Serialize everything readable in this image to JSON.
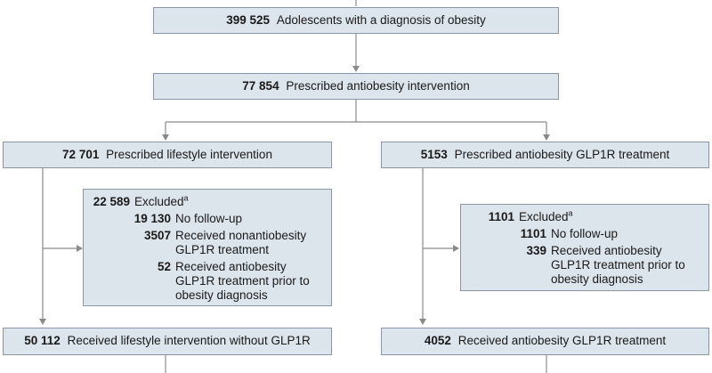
{
  "boxes": {
    "diagnosis": {
      "n": "399 525",
      "label": "Adolescents with a diagnosis of obesity"
    },
    "prescribed": {
      "n": "77 854",
      "label": "Prescribed antiobesity intervention"
    },
    "lifestyle": {
      "n": "72 701",
      "label": "Prescribed lifestyle intervention"
    },
    "glp1": {
      "n": "5153",
      "label": "Prescribed antiobesity GLP1R treatment"
    },
    "lifestyle_final": {
      "n": "50 112",
      "label": "Received lifestyle intervention without GLP1R"
    },
    "glp1_final": {
      "n": "4052",
      "label": "Received antiobesity GLP1R treatment"
    }
  },
  "excluded_left": {
    "n": "22 589",
    "label": "Excluded",
    "sup": "a",
    "items": [
      {
        "n": "19 130",
        "label": "No follow-up"
      },
      {
        "n": "3507",
        "label": "Received nonantiobesity GLP1R treatment"
      },
      {
        "n": "52",
        "label": "Received antiobesity GLP1R treatment prior to obesity diagnosis"
      }
    ]
  },
  "excluded_right": {
    "n": "1101",
    "label": "Excluded",
    "sup": "a",
    "items": [
      {
        "n": "1101",
        "label": "No follow-up"
      },
      {
        "n": "339",
        "label": "Received antiobesity GLP1R treatment prior to obesity diagnosis"
      }
    ]
  },
  "colors": {
    "box_fill": "#dce4ec",
    "box_border": "#8a96a3",
    "line": "#8a8a8a"
  }
}
